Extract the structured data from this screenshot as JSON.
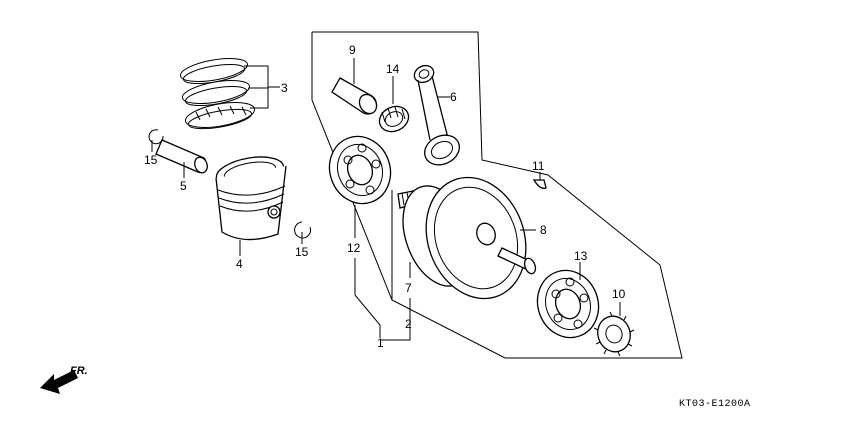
{
  "diagram": {
    "code": "KT03-E1200A",
    "direction_label": "FR.",
    "callouts": [
      {
        "id": "c1",
        "text": "1"
      },
      {
        "id": "c2",
        "text": "2"
      },
      {
        "id": "c3",
        "text": "3"
      },
      {
        "id": "c4",
        "text": "4"
      },
      {
        "id": "c5",
        "text": "5"
      },
      {
        "id": "c6",
        "text": "6"
      },
      {
        "id": "c7",
        "text": "7"
      },
      {
        "id": "c8",
        "text": "8"
      },
      {
        "id": "c9",
        "text": "9"
      },
      {
        "id": "c10",
        "text": "10"
      },
      {
        "id": "c11",
        "text": "11"
      },
      {
        "id": "c12",
        "text": "12"
      },
      {
        "id": "c13",
        "text": "13"
      },
      {
        "id": "c14",
        "text": "14"
      },
      {
        "id": "c15a",
        "text": "15"
      },
      {
        "id": "c15b",
        "text": "15"
      }
    ]
  }
}
